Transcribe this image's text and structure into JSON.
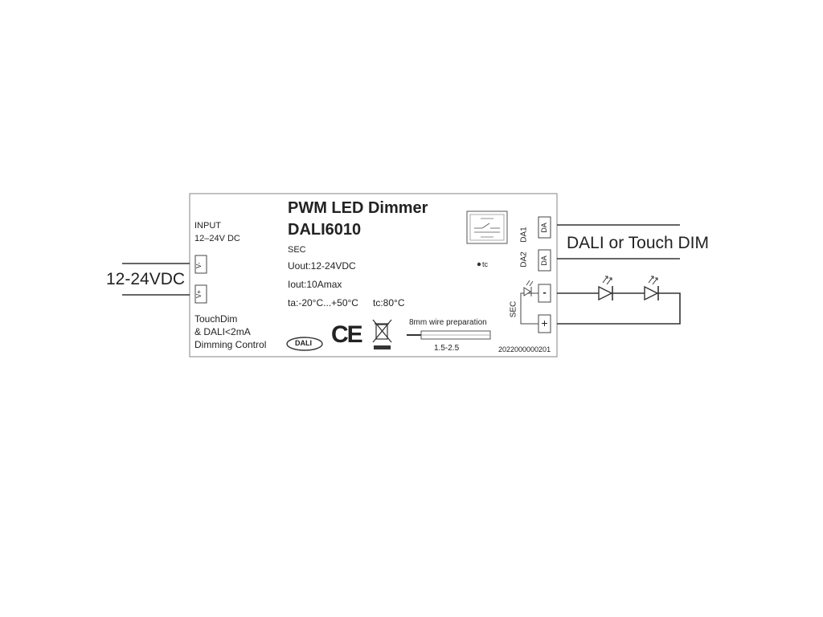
{
  "device": {
    "title": "PWM LED Dimmer",
    "model": "DALI6010",
    "input_heading": "INPUT",
    "input_range": "12–24V DC",
    "sec_label": "SEC",
    "uout": "Uout:12-24VDC",
    "iout": "Iout:10Amax",
    "ta": "ta:-20°C...+50°C",
    "tc": "tc:80°C",
    "tc_point": "tc",
    "control_line1": "TouchDim",
    "control_line2": "& DALI<2mA",
    "control_line3": "Dimming Control",
    "dali_logo": "DALI",
    "ce_mark": "CE",
    "wire_prep": "8mm wire preparation",
    "wire_range": "1.5-2.5",
    "serial": "2022000000201"
  },
  "terminals": {
    "vminus": "V-",
    "vplus": "V+",
    "da1_tag": "DA1",
    "da1": "DA",
    "da2_tag": "DA2",
    "da": "DA",
    "sec_side": "SEC",
    "minus": "-",
    "plus": "+"
  },
  "external": {
    "supply": "12-24VDC",
    "bus": "DALI or Touch DIM"
  },
  "icons": [
    "touch-switch-icon",
    "dali-logo-icon",
    "ce-mark-icon",
    "weee-bin-icon",
    "led-icon",
    "wire-strip-icon"
  ]
}
